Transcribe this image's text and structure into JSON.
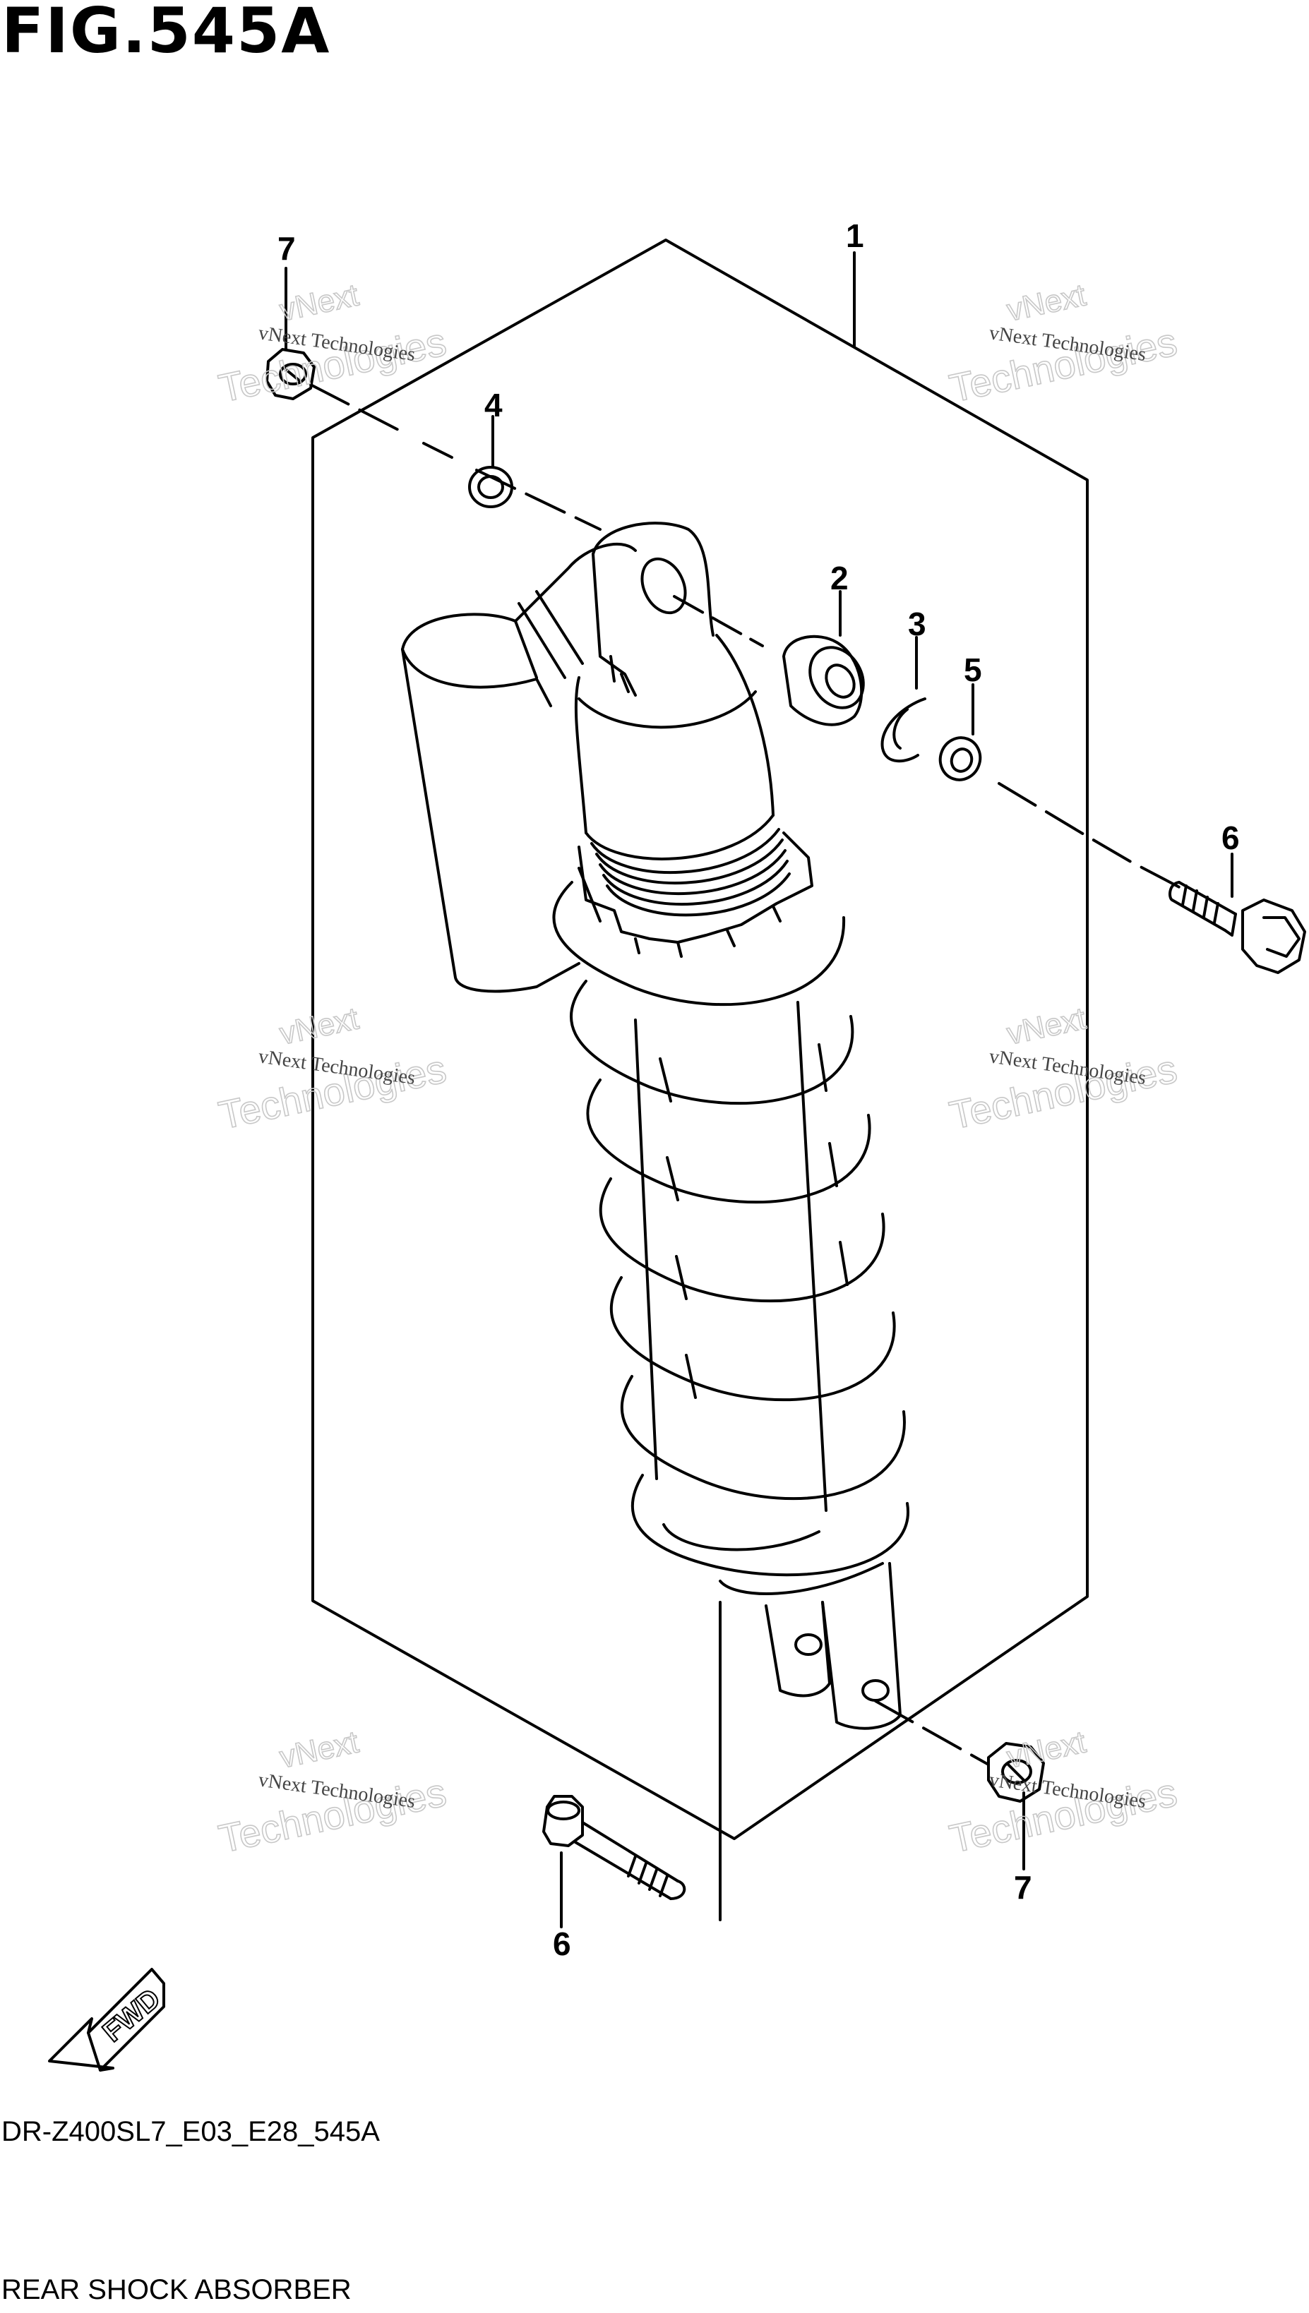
{
  "figure": {
    "title": "FIG.545A"
  },
  "callouts": {
    "c1": "1",
    "c2": "2",
    "c3": "3",
    "c4": "4",
    "c5": "5",
    "c6_right": "6",
    "c6_bottom": "6",
    "c7_top": "7",
    "c7_bottom": "7"
  },
  "watermark": {
    "line1": "vNext Technologies",
    "big": "Technologies",
    "over": "vNext"
  },
  "fwd_label": "FWD",
  "footer": {
    "code": "DR-Z400SL7_E03_E28_545A",
    "name": "REAR SHOCK ABSORBER"
  },
  "icons": [
    "fwd-arrow-icon"
  ]
}
